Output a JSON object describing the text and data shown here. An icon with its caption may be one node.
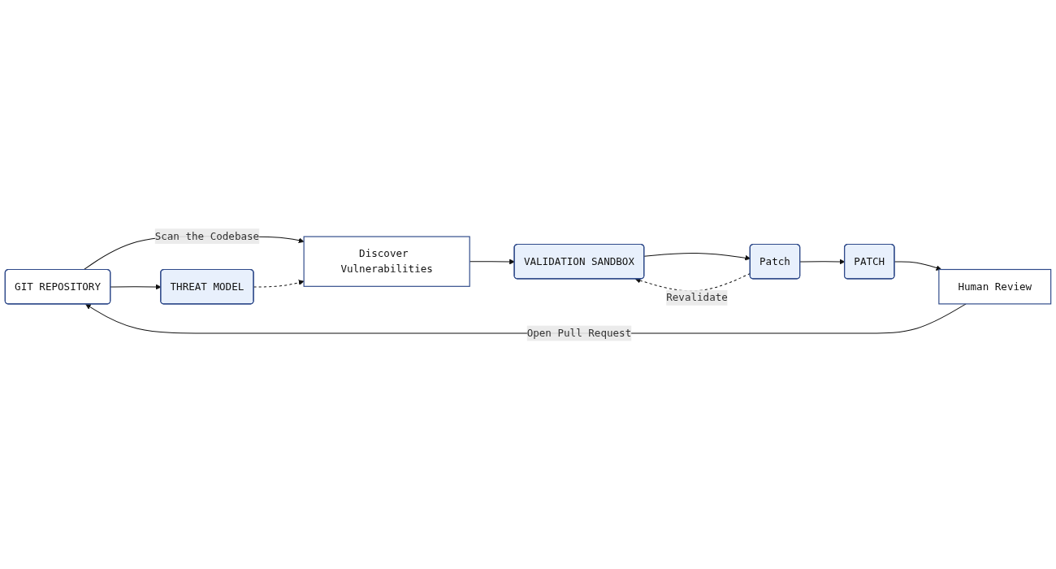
{
  "diagram": {
    "nodes": [
      {
        "text": [
          "GIT REPOSITORY"
        ]
      },
      {
        "text": [
          "Discover Vulnerabilities"
        ]
      },
      {
        "text": [
          "VALIDATION SANDBOX"
        ]
      },
      {
        "text": [
          "THREAT MODEL"
        ]
      },
      {
        "text": [
          "Patch"
        ]
      },
      {
        "text": [
          "PATCH"
        ]
      },
      {
        "text": [
          "Human Review"
        ]
      }
    ],
    "edges": [
      {
        "from": 0,
        "to": 1,
        "arrow": "to",
        "label": "Scan the Codebase"
      },
      {
        "from": 0,
        "to": 3,
        "arrow": "to"
      },
      {
        "from": 3,
        "to": 1,
        "arrow": "to",
        "style": "dashed"
      },
      {
        "from": 1,
        "to": 2,
        "arrow": "to"
      },
      {
        "from": 2,
        "to": 4,
        "arrow": "to"
      },
      {
        "from": 4,
        "to": 2,
        "arrow": "to",
        "style": "dashed",
        "label": "Revalidate"
      },
      {
        "from": 4,
        "to": 5,
        "arrow": "to"
      },
      {
        "from": 5,
        "to": 6,
        "arrow": "to"
      },
      {
        "from": 6,
        "to": 0,
        "arrow": "to",
        "label": "Open Pull Request"
      }
    ]
  }
}
